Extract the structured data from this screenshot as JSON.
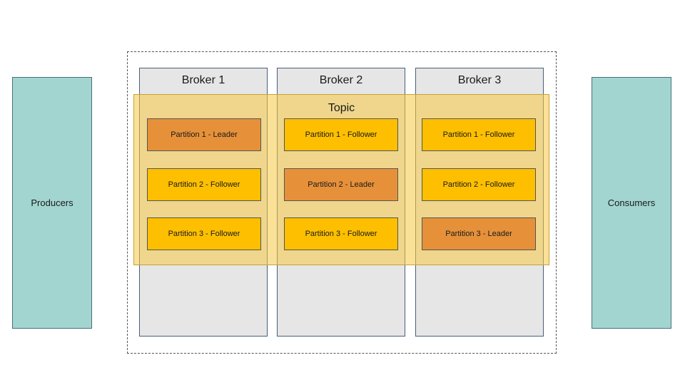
{
  "producers_label": "Producers",
  "consumers_label": "Consumers",
  "topic_label": "Topic",
  "brokers": [
    {
      "title": "Broker 1",
      "partitions": [
        {
          "label": "Partition 1 - Leader",
          "role": "leader"
        },
        {
          "label": "Partition 2 - Follower",
          "role": "follower"
        },
        {
          "label": "Partition 3 - Follower",
          "role": "follower"
        }
      ]
    },
    {
      "title": "Broker 2",
      "partitions": [
        {
          "label": "Partition 1 - Follower",
          "role": "follower"
        },
        {
          "label": "Partition 2 - Leader",
          "role": "leader"
        },
        {
          "label": "Partition 3 - Follower",
          "role": "follower"
        }
      ]
    },
    {
      "title": "Broker 3",
      "partitions": [
        {
          "label": "Partition 1 - Follower",
          "role": "follower"
        },
        {
          "label": "Partition 2 - Follower",
          "role": "follower"
        },
        {
          "label": "Partition 3 - Leader",
          "role": "leader"
        }
      ]
    }
  ],
  "colors": {
    "producer_consumer": "#a2d5d0",
    "broker": "#e6e6e6",
    "topic": "#f5c842",
    "follower": "#fdbf00",
    "leader": "#e6913a"
  }
}
